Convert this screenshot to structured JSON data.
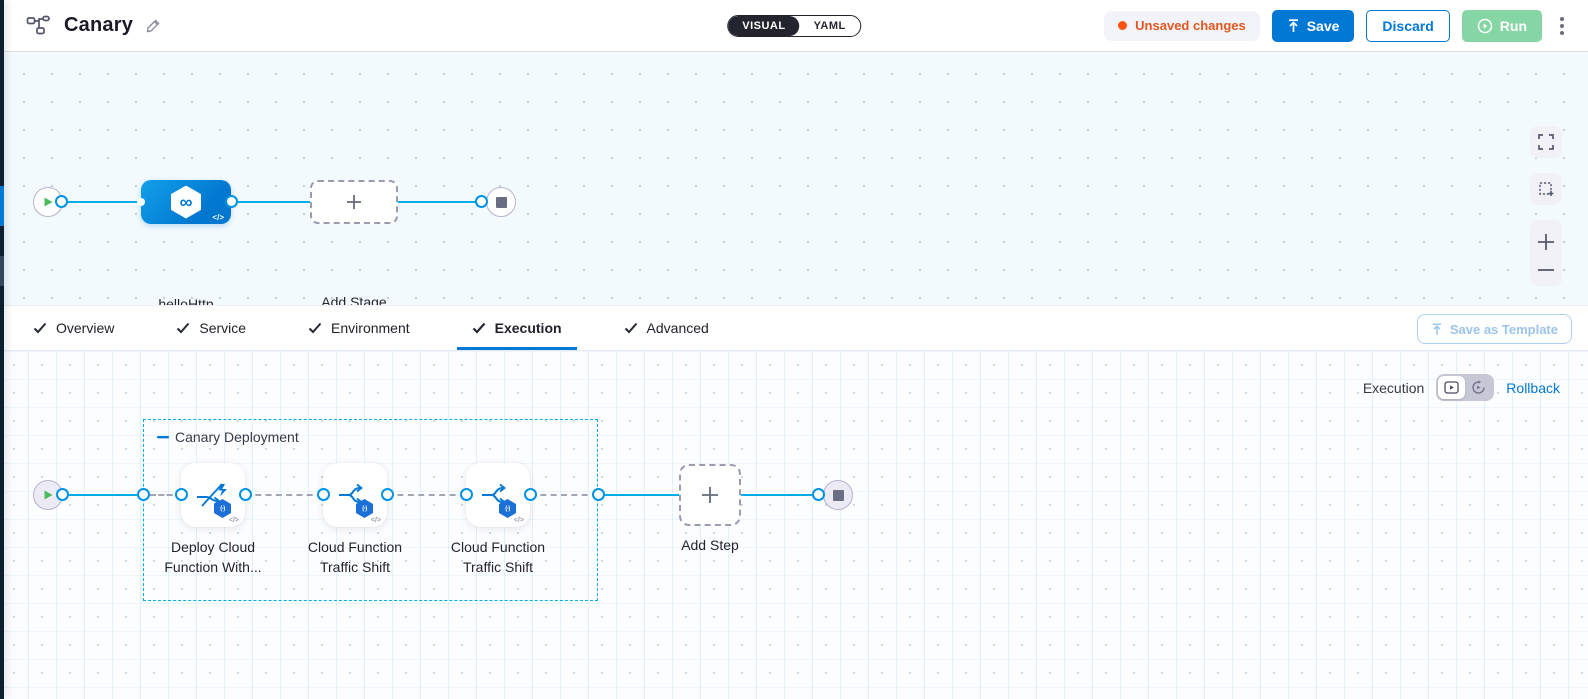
{
  "header": {
    "title": "Canary",
    "mode": {
      "visual": "VISUAL",
      "yaml": "YAML"
    },
    "unsaved_label": "Unsaved changes",
    "save_label": "Save",
    "discard_label": "Discard",
    "run_label": "Run"
  },
  "stage_canvas": {
    "stage_label": "helloHttp",
    "add_stage_label": "Add Stage"
  },
  "tabs": {
    "items": [
      {
        "label": "Overview"
      },
      {
        "label": "Service"
      },
      {
        "label": "Environment"
      },
      {
        "label": "Execution"
      },
      {
        "label": "Advanced"
      }
    ],
    "active": "Execution",
    "save_as_template_label": "Save as Template"
  },
  "execution_canvas": {
    "view_label": "Execution",
    "rollback_label": "Rollback",
    "group_title": "Canary Deployment",
    "steps": [
      {
        "name": "Deploy Cloud Function With..."
      },
      {
        "name": "Cloud Function Traffic Shift"
      },
      {
        "name": "Cloud Function Traffic Shift"
      }
    ],
    "add_step_label": "Add Step"
  },
  "glyphs": {
    "infinity": "∞",
    "badge": "(-)",
    "code": "</>"
  },
  "colors": {
    "primary": "#0278d5",
    "connector": "#00ade4",
    "unsaved_orange": "#e4571d",
    "run_green": "#85d6a4",
    "stage_blue": "#0a82dc"
  }
}
